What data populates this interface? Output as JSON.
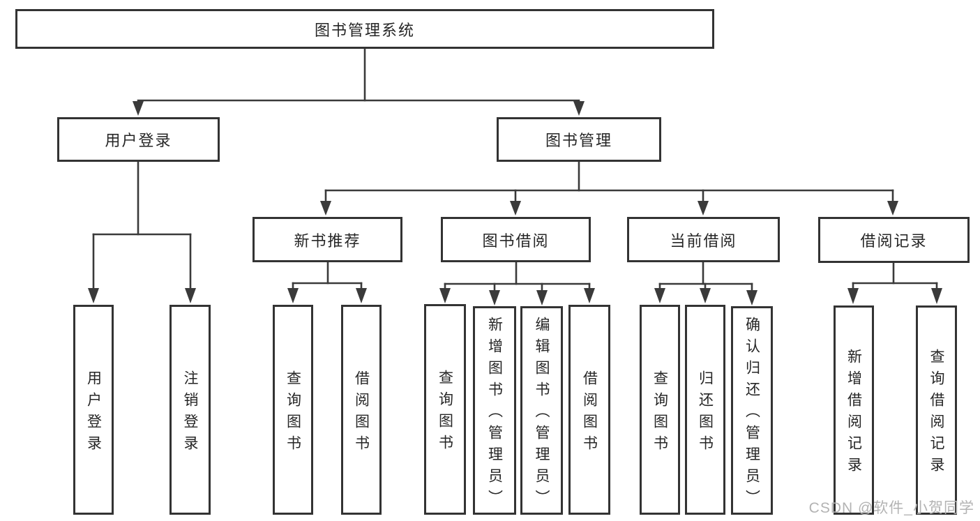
{
  "nodes": {
    "root": {
      "label": "图书管理系统"
    },
    "user_login": {
      "label": "用户登录"
    },
    "book_mgmt": {
      "label": "图书管理"
    },
    "new_book_rec": {
      "label": "新书推荐"
    },
    "book_borrow": {
      "label": "图书借阅"
    },
    "current_borrow": {
      "label": "当前借阅"
    },
    "borrow_records": {
      "label": "借阅记录"
    },
    "leaf_user_login": {
      "label": "用户登录"
    },
    "leaf_logout": {
      "label": "注销登录"
    },
    "leaf_query_books_a": {
      "label": "查询图书"
    },
    "leaf_borrow_books_a": {
      "label": "借阅图书"
    },
    "leaf_query_books_b": {
      "label": "查询图书"
    },
    "leaf_add_books": {
      "label": "新增图书（管理员）"
    },
    "leaf_edit_books": {
      "label": "编辑图书（管理员）"
    },
    "leaf_borrow_books_b": {
      "label": "借阅图书"
    },
    "leaf_query_books_c": {
      "label": "查询图书"
    },
    "leaf_return_books": {
      "label": "归还图书"
    },
    "leaf_confirm_return": {
      "label": "确认归还（管理员）"
    },
    "leaf_add_borrow_record": {
      "label": "新增借阅记录"
    },
    "leaf_query_borrow_record": {
      "label": "查询借阅记录"
    }
  },
  "edges": [
    [
      "root",
      "user_login"
    ],
    [
      "root",
      "book_mgmt"
    ],
    [
      "user_login",
      "leaf_user_login"
    ],
    [
      "user_login",
      "leaf_logout"
    ],
    [
      "book_mgmt",
      "new_book_rec"
    ],
    [
      "book_mgmt",
      "book_borrow"
    ],
    [
      "book_mgmt",
      "current_borrow"
    ],
    [
      "book_mgmt",
      "borrow_records"
    ],
    [
      "new_book_rec",
      "leaf_query_books_a"
    ],
    [
      "new_book_rec",
      "leaf_borrow_books_a"
    ],
    [
      "book_borrow",
      "leaf_query_books_b"
    ],
    [
      "book_borrow",
      "leaf_add_books"
    ],
    [
      "book_borrow",
      "leaf_edit_books"
    ],
    [
      "book_borrow",
      "leaf_borrow_books_b"
    ],
    [
      "current_borrow",
      "leaf_query_books_c"
    ],
    [
      "current_borrow",
      "leaf_return_books"
    ],
    [
      "current_borrow",
      "leaf_confirm_return"
    ],
    [
      "borrow_records",
      "leaf_add_borrow_record"
    ],
    [
      "borrow_records",
      "leaf_query_borrow_record"
    ]
  ],
  "watermark": {
    "text": "CSDN @软件_小贺同学"
  },
  "colors": {
    "line": "#3a3a3a",
    "box_border": "#333333",
    "text": "#262626",
    "watermark": "#b3b3b3",
    "background": "#ffffff"
  }
}
